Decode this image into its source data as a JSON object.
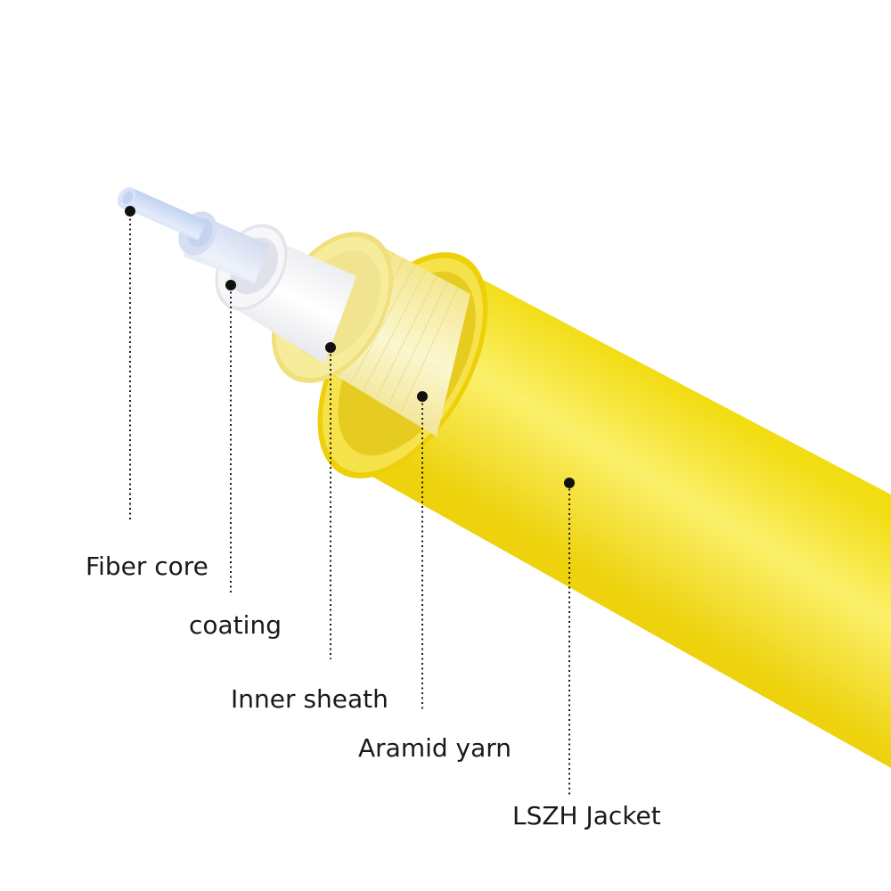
{
  "layers": [
    {
      "id": "fiber-core",
      "label": "Fiber core"
    },
    {
      "id": "coating",
      "label": "coating"
    },
    {
      "id": "inner-sheath",
      "label": "Inner sheath"
    },
    {
      "id": "aramid-yarn",
      "label": "Aramid yarn"
    },
    {
      "id": "lszh-jacket",
      "label": "LSZH Jacket"
    }
  ],
  "colors": {
    "jacket": "#f5e21a",
    "jacket_edge": "#e8c400",
    "aramid": "#f6ee9a",
    "inner_sheath": "#f4f4f6",
    "coating": "#dfe4f2",
    "core": "#c9d7f3",
    "leader": "#1a1a1a"
  }
}
